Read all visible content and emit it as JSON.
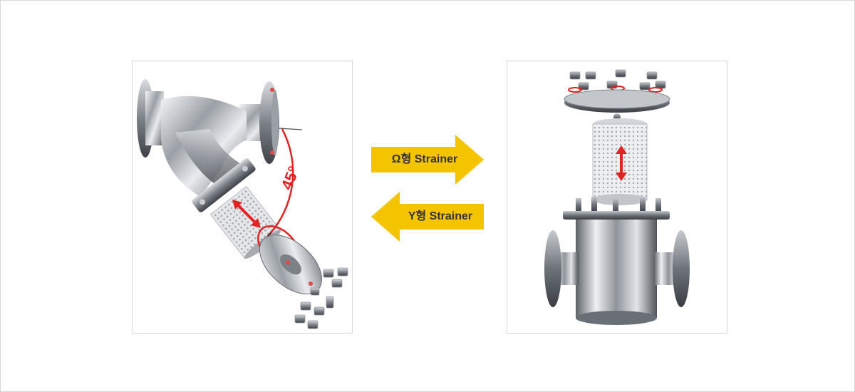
{
  "figure": {
    "left_panel": {
      "angle_label": "45°"
    },
    "arrows": {
      "right_label": "Ω형 Strainer",
      "left_label": "Y형 Strainer"
    }
  },
  "colors": {
    "arrow_fill": "#f5c400",
    "arrow_text": "#333333",
    "accent_red": "#e02424",
    "steel": "#b8bcc2",
    "panel_border": "#d6d6d6"
  },
  "icons": {
    "left_image": "y-strainer-exploded",
    "right_image": "omega-strainer-exploded",
    "direction_right": "arrow-right-icon",
    "direction_left": "arrow-left-icon"
  }
}
